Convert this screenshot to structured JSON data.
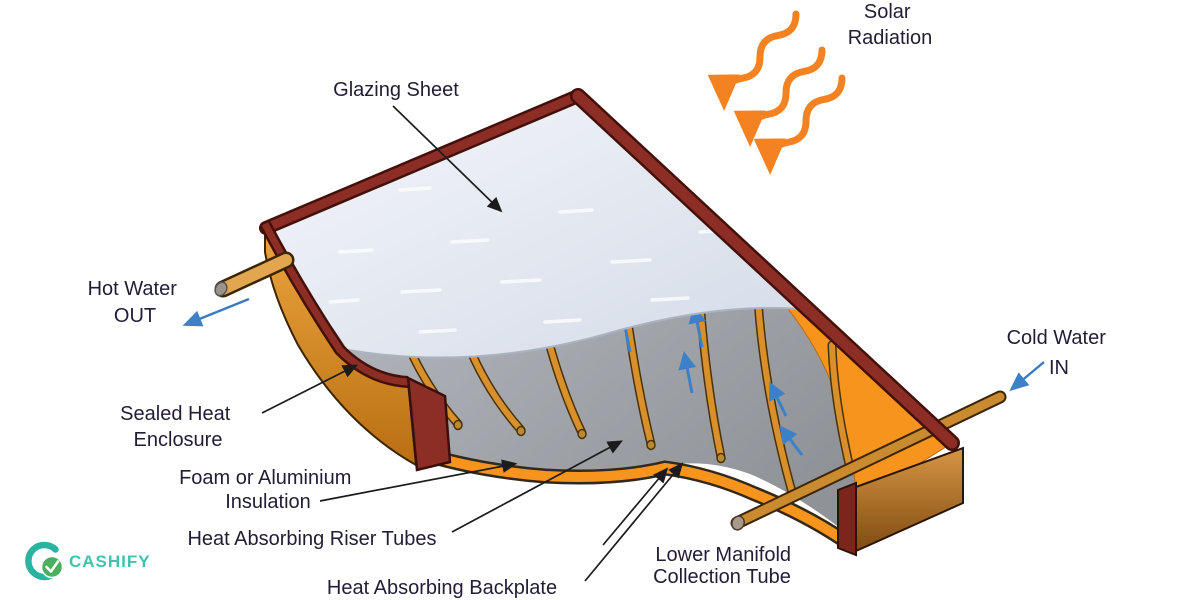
{
  "diagram": {
    "labels": {
      "solar_radiation": {
        "line1": "Solar",
        "line2": "Radiation"
      },
      "glazing_sheet": "Glazing Sheet",
      "hot_water": {
        "line1": "Hot Water",
        "line2": "OUT"
      },
      "cold_water": {
        "line1": "Cold Water",
        "line2": "IN"
      },
      "sealed_heat": {
        "line1": "Sealed Heat",
        "line2": "Enclosure"
      },
      "insulation": {
        "line1": "Foam or Aluminium",
        "line2": "Insulation"
      },
      "riser_tubes": "Heat Absorbing Riser Tubes",
      "backplate": "Heat Absorbing Backplate",
      "manifold": {
        "line1": "Lower Manifold",
        "line2": "Collection Tube"
      }
    },
    "riser_tube_count": 7,
    "flow_arrow_count": 5,
    "solar_ray_count": 3,
    "colors": {
      "frame_maroon": "#8c2e26",
      "frame_dark": "#44100a",
      "enclosure_orange": "#e09130",
      "insulation_orange": "#f7941d",
      "glazing_light": "#e7ebf3",
      "plate_gray": "#a7abb0",
      "tube_copper": "#d9902b",
      "solar_orange": "#f58220",
      "flow_blue": "#3c80c8",
      "label_text": "#221c35"
    }
  },
  "branding": {
    "logo_text": "CASHIFY",
    "logo_teal": "#2ab3a0",
    "logo_green": "#4caf5f"
  }
}
